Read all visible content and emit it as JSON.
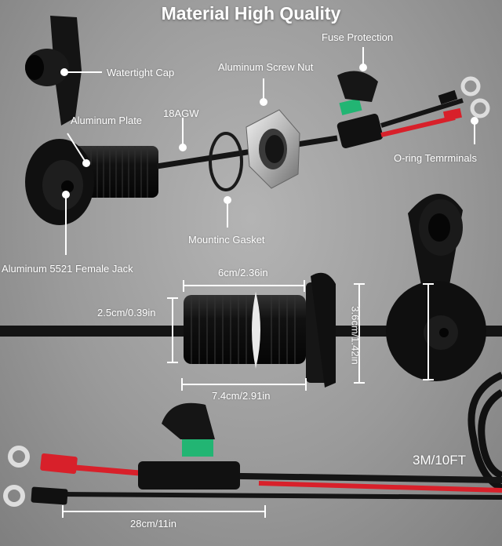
{
  "title": "Material High Quality",
  "labels": {
    "watertight_cap": "Watertight Cap",
    "aluminum_plate": "Aluminum Plate",
    "wire_gauge": "18AGW",
    "screw_nut": "Aluminum Screw Nut",
    "fuse_protection": "Fuse Protection",
    "o_ring_terminals": "O-ring Temrminals",
    "gasket": "Mountinc Gasket",
    "female_jack": "Aluminum 5521 Female Jack"
  },
  "dimensions": {
    "body_length": "6cm/2.36in",
    "body_diameter": "2.5cm/0.39in",
    "plate_diameter": "3.6cm/1.42in",
    "total_length": "7.4cm/2.91in",
    "lead_length": "28cm/11in",
    "cable_length": "3M/10FT"
  },
  "colors": {
    "fuse": "#22b573",
    "red_wire": "#d8202a",
    "black": "#151515"
  }
}
